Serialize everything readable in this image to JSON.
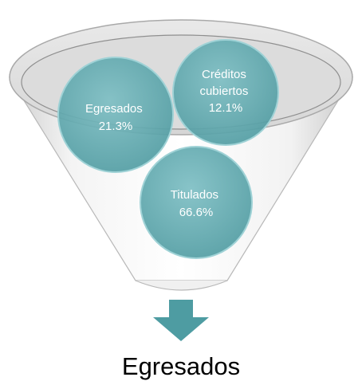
{
  "diagram": {
    "items": [
      {
        "id": "egresados",
        "lines": [
          "Egresados",
          "21.3%"
        ]
      },
      {
        "id": "creditos",
        "lines": [
          "Créditos",
          "cubiertos",
          "12.1%"
        ]
      },
      {
        "id": "titulados",
        "lines": [
          "Titulados",
          "66.6%"
        ]
      }
    ],
    "result": "Egresados"
  },
  "colors": {
    "circle_fill": "#5aa7ad",
    "circle_stroke": "#9fd2d6",
    "arrow": "#4e9ca2",
    "funnel_stroke": "#b8b8b8"
  }
}
